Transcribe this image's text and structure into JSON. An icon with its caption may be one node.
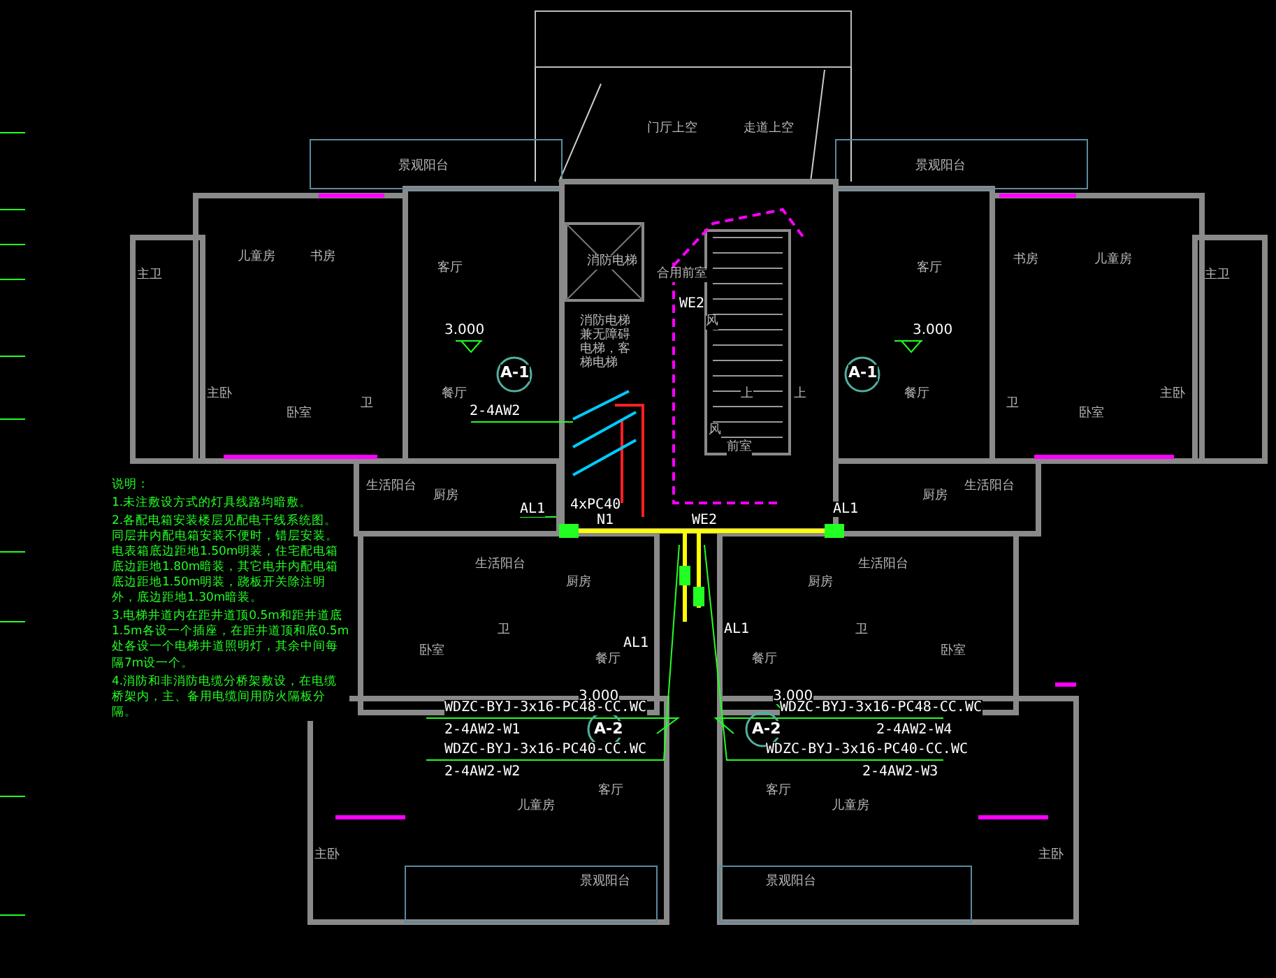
{
  "diagram": {
    "labels": [
      "门厅上空",
      "走道上空",
      "景观阳台",
      "景观阳台",
      "儿童房",
      "书房",
      "客厅",
      "消防电梯",
      "合用前室",
      "客厅",
      "书房",
      "儿童房",
      "主卫",
      "主卫",
      "WE2",
      "3.000",
      "3.000",
      "消防电梯兼无障碍电梯，客梯电梯",
      "A-1",
      "A-1",
      "主卧",
      "卧室",
      "卫",
      "餐厅",
      "2-4AW2",
      "餐厅",
      "卫",
      "卧室",
      "主卧",
      "风",
      "风",
      "前室",
      "上",
      "上",
      "生活阳台",
      "厨房",
      "厨房",
      "生活阳台",
      "AL1",
      "4xPC40",
      "N1",
      "WE2",
      "AL1",
      "说明：",
      "1.未注敷设方式的灯具线路均暗敷。",
      "2.各配电箱安装楼层见配电干线系统图。同层井内配电箱安装不便时，错层安装。电表箱底边距地1.50m明装，住宅配电箱底边距地1.80m暗装，其它电井内配电箱底边距地1.50m明装，跷板开关除注明外，底边距地1.30m暗装。",
      "3.电梯井道内在距井道顶0.5m和距井道底1.5m各设一个插座，在距井道顶和底0.5m处各设一个电梯井道照明灯，其余中间每隔7m设一个。",
      "4.消防和非消防电缆分桥架敷设，在电缆桥架内，主、备用电缆间用防火隔板分隔。",
      "生活阳台",
      "厨房",
      "厨房",
      "生活阳台",
      "卫",
      "卫",
      "卧室",
      "AL1",
      "AL1",
      "卧室",
      "餐厅",
      "餐厅",
      "3.000",
      "3.000",
      "WDZC-BYJ-3x16-PC48-CC.WC",
      "WDZC-BYJ-3x16-PC48-CC.WC",
      "2-4AW2-W1",
      "A-2",
      "A-2",
      "2-4AW2-W4",
      "WDZC-BYJ-3x16-PC40-CC.WC",
      "WDZC-BYJ-3x16-PC40-CC.WC",
      "2-4AW2-W2",
      "2-4AW2-W3",
      "客厅",
      "客厅",
      "儿童房",
      "儿童房",
      "主卧",
      "主卧",
      "景观阳台",
      "景观阳台"
    ]
  }
}
